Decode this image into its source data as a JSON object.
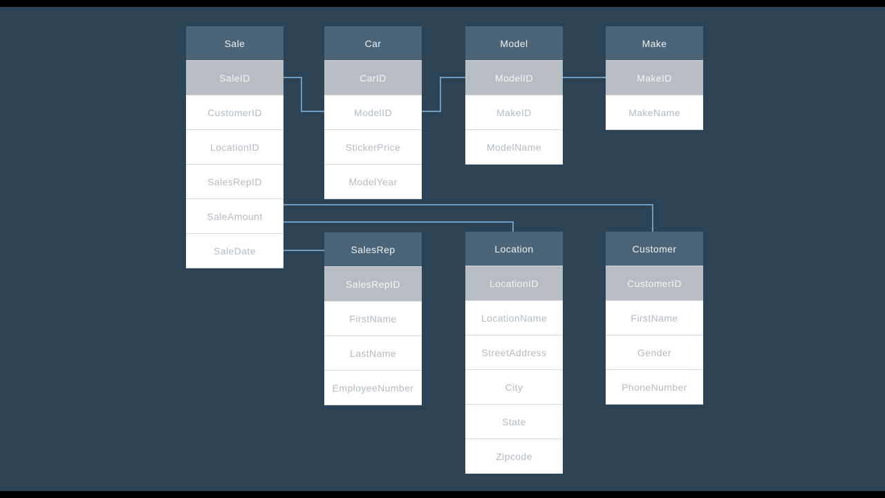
{
  "scene": {
    "description": "Entity-relationship diagram of a car dealership database",
    "background": "#2b4355",
    "letterbox": "#000000"
  },
  "palette": {
    "scene_bg": "#2b4355",
    "letterbox": "#000000",
    "table_header_bg": "#4b6477",
    "header_text": "#eef2f5",
    "primary_key_bg": "#b7bdc3",
    "pk_text": "#f4f6f8",
    "row_bg": "#ffffff",
    "row_text": "#b4bbc1",
    "connector": "#6f9ec2"
  },
  "diagram": {
    "tables": [
      {
        "title": "Sale",
        "rows": [
          {
            "label": "SaleID",
            "key": true
          },
          {
            "label": "CustomerID"
          },
          {
            "label": "LocationID"
          },
          {
            "label": "SalesRepID"
          },
          {
            "label": "SaleAmount"
          },
          {
            "label": "SaleDate"
          }
        ]
      },
      {
        "title": "Car",
        "rows": [
          {
            "label": "CarID",
            "key": true
          },
          {
            "label": "ModelID"
          },
          {
            "label": "StickerPrice"
          },
          {
            "label": "ModelYear"
          }
        ]
      },
      {
        "title": "Model",
        "rows": [
          {
            "label": "ModelID",
            "key": true
          },
          {
            "label": "MakeID"
          },
          {
            "label": "ModelName"
          }
        ]
      },
      {
        "title": "Make",
        "rows": [
          {
            "label": "MakeID",
            "key": true
          },
          {
            "label": "MakeName"
          }
        ]
      },
      {
        "title": "SalesRep",
        "rows": [
          {
            "label": "SalesRepID",
            "key": true
          },
          {
            "label": "FirstName"
          },
          {
            "label": "LastName"
          },
          {
            "label": "EmployeeNumber"
          }
        ]
      },
      {
        "title": "Location",
        "rows": [
          {
            "label": "LocationID",
            "key": true
          },
          {
            "label": "LocationName"
          },
          {
            "label": "StreetAddress"
          },
          {
            "label": "City"
          },
          {
            "label": "State"
          },
          {
            "label": "Zipcode"
          }
        ]
      },
      {
        "title": "Customer",
        "rows": [
          {
            "label": "CustomerID",
            "key": true
          },
          {
            "label": "FirstName"
          },
          {
            "label": "Gender"
          },
          {
            "label": "PhoneNumber"
          }
        ]
      }
    ],
    "relationships": [
      {
        "from": "Sale.SaleID",
        "to": "Car.ModelID"
      },
      {
        "from": "Car.ModelID",
        "to": "Model.ModelID"
      },
      {
        "from": "Model.ModelID",
        "to": "Make.MakeID"
      },
      {
        "from": "Sale.SaleAmount",
        "to": "Customer"
      },
      {
        "from": "Sale.SaleAmount",
        "to": "Location"
      },
      {
        "from": "Sale.SaleDate",
        "to": "SalesRep"
      }
    ]
  }
}
